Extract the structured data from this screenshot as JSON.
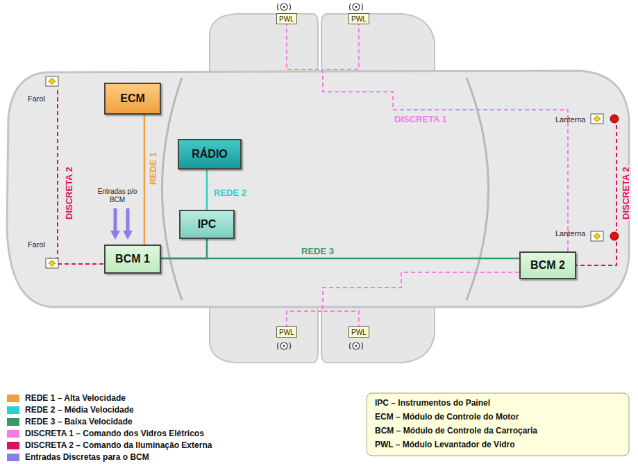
{
  "diagram": {
    "nodes": [
      {
        "text": [
          "PWL"
        ]
      },
      {
        "text": [
          "PWL"
        ]
      },
      {
        "text": [
          "ECM"
        ]
      },
      {
        "text": [
          "RÁDIO"
        ]
      },
      {
        "text": [
          "IPC"
        ]
      },
      {
        "text": [
          "BCM 1"
        ]
      },
      {
        "text": [
          "BCM 2"
        ]
      },
      {
        "text": [
          "PWL"
        ]
      },
      {
        "text": [
          "PWL"
        ]
      }
    ],
    "edges": [
      {
        "from": 2,
        "to": 5,
        "arrow": "none",
        "label": "REDE 1"
      },
      {
        "from": 3,
        "to": 4,
        "arrow": "none",
        "label": "REDE 2"
      },
      {
        "from": 4,
        "to": 5,
        "arrow": "none"
      },
      {
        "from": 5,
        "to": 6,
        "arrow": "none",
        "label": "REDE 3"
      },
      {
        "from": 6,
        "to": 0,
        "arrow": "none",
        "label": "DISCRETA 1"
      },
      {
        "from": 6,
        "to": 1,
        "arrow": "none"
      },
      {
        "from": 6,
        "to": 7,
        "arrow": "none"
      },
      {
        "from": 6,
        "to": 8,
        "arrow": "none"
      }
    ],
    "labels": [
      "Farol",
      "Farol",
      "DISCRETA 2",
      "DISCRETA 2",
      "Lanterna",
      "Lanterna",
      "Entradas p/o BCM",
      "IPC – Instrumentos do Painel",
      "ECM – Módulo de Controle do Motor",
      "BCM – Módulo de Controle da Carroçaria",
      "PWL – Módulo Levantador de Vidro"
    ],
    "legend": [
      {
        "text": "REDE 1 – Alta Velocidade",
        "color": "#f0a040"
      },
      {
        "text": "REDE 2 – Média Velocidade",
        "color": "#33cccc"
      },
      {
        "text": "REDE 3 – Baixa Velocidade",
        "color": "#339966"
      },
      {
        "text": "DISCRETA 1 – Comando dos Vidros Elétricos",
        "color": "#f47ee6"
      },
      {
        "text": "DISCRETA 2 – Comando da Iluminação Externa",
        "color": "#e0105a"
      },
      {
        "text": "Entradas Discretas para o BCM",
        "color": "#8a7ee8"
      }
    ]
  }
}
